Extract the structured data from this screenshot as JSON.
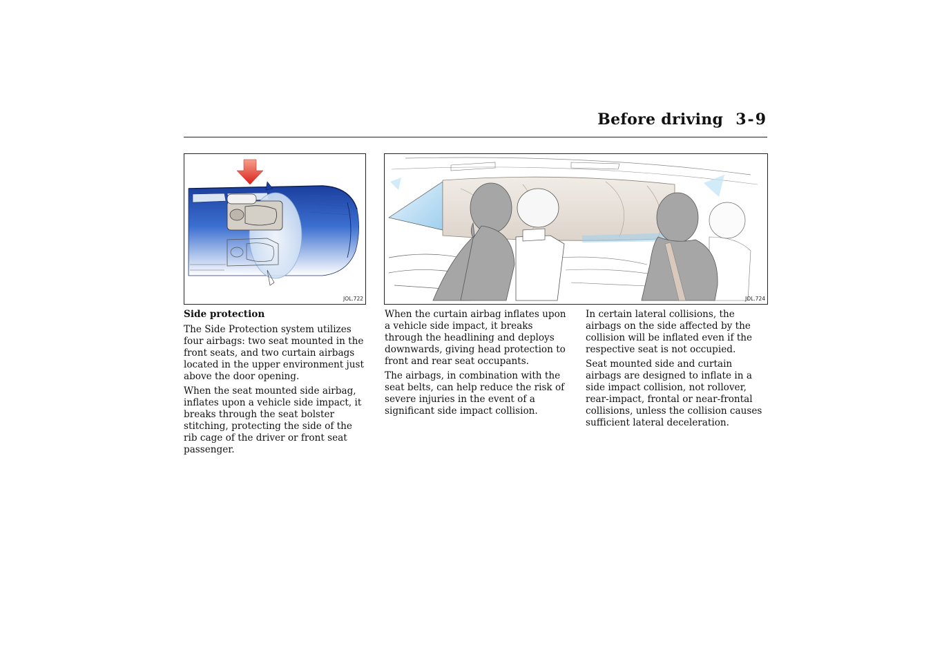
{
  "header": {
    "title": "Before driving",
    "page_number": "3-9"
  },
  "figures": [
    {
      "code": "JOL.722"
    },
    {
      "code": "JOL.724"
    }
  ],
  "column1": {
    "heading": "Side protection",
    "paragraphs": [
      "The Side Protection system utilizes four airbags: two seat mounted in the front seats, and two curtain airbags located in the upper environment just above the door opening.",
      "When the seat mounted side airbag, inflates upon a vehicle side impact, it breaks through the seat bolster stitching, protecting the side of the rib cage of the driver or front seat passenger."
    ]
  },
  "column2": {
    "paragraphs": [
      "When the curtain airbag inflates upon a vehicle side impact, it breaks through the headlining and deploys downwards, giving head protection to front and rear seat occupants.",
      "The airbags, in combination with the seat belts, can help reduce the risk of severe injuries in the event of a significant side impact collision."
    ]
  },
  "column3": {
    "paragraphs": [
      "In certain lateral collisions, the airbags on the side affected by the collision will be inflated even if the respective seat is not occupied.",
      "Seat mounted side and curtain airbags are designed to inflate in a side impact collision, not rollover, rear-impact, frontal or near-frontal collisions, unless the collision causes sufficient lateral deceleration."
    ]
  }
}
